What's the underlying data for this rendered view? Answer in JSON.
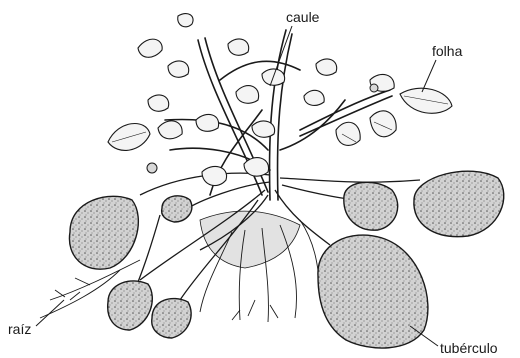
{
  "labels": {
    "stem": "caule",
    "leaf": "folha",
    "root": "raíz",
    "tuber": "tubérculo"
  },
  "colors": {
    "ink": "#1a1a1a",
    "tuber_fill": "#cfcfcf",
    "leaf_fill": "#f4f4f4",
    "background": "#ffffff"
  }
}
